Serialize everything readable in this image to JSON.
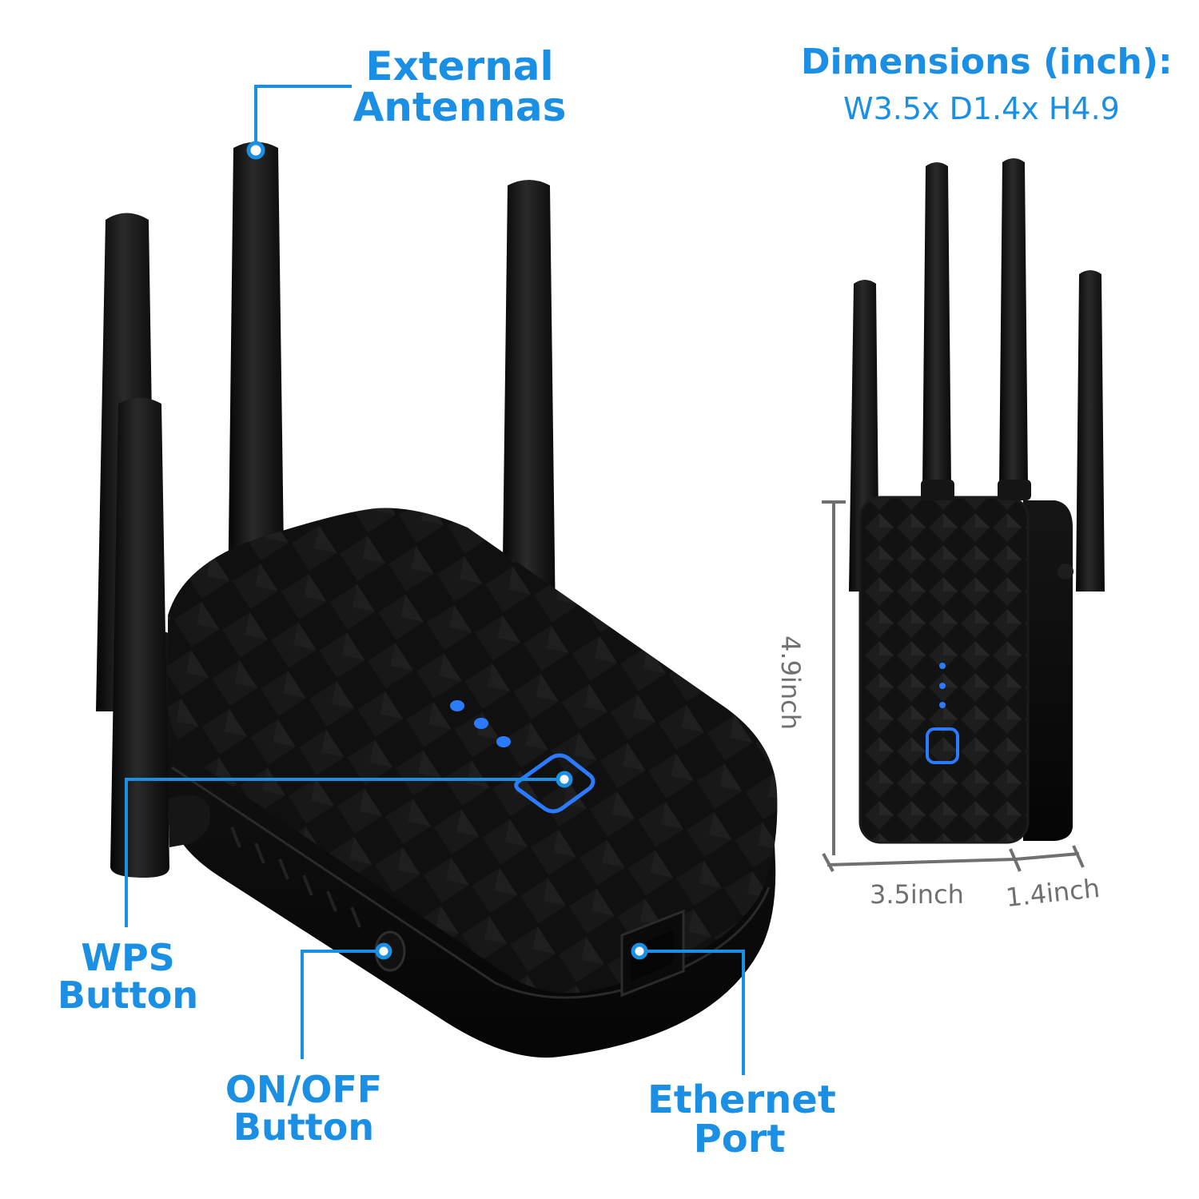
{
  "callouts": {
    "antennas": [
      "External",
      "Antennas"
    ],
    "wps": [
      "WPS",
      "Button"
    ],
    "power": [
      "ON/OFF",
      "Button"
    ],
    "ethernet": [
      "Ethernet",
      "Port"
    ]
  },
  "dimensions": {
    "title": "Dimensions (inch):",
    "summary": "W3.5x D1.4x H4.9",
    "height": "4.9inch",
    "width": "3.5inch",
    "depth": "1.4inch"
  },
  "colors": {
    "accent": "#1a8fe3",
    "device": "#111111",
    "dimension_line": "#707070",
    "led": "#2a7bff"
  }
}
